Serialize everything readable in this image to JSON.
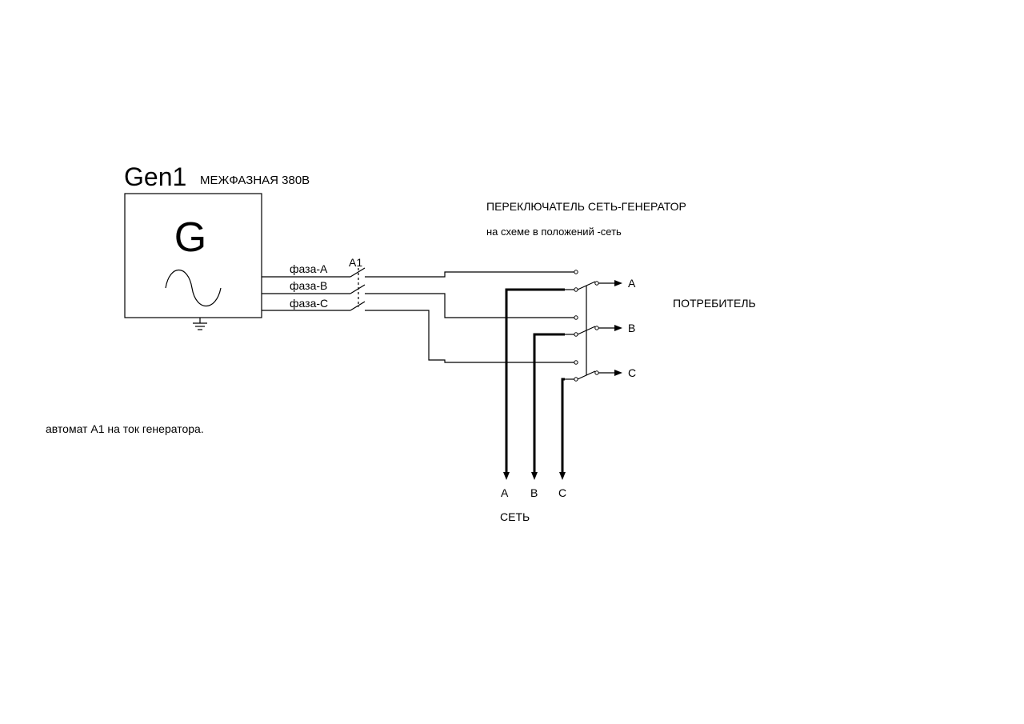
{
  "generator": {
    "name": "Gen1",
    "voltage_note": "МЕЖФАЗНАЯ 380В",
    "symbol": "G"
  },
  "phases": [
    "фаза-А",
    "фаза-В",
    "фаза-С"
  ],
  "breaker": {
    "label": "А1",
    "note": "автомат А1 на ток генератора."
  },
  "switch": {
    "title": "ПЕРЕКЛЮЧАТЕЛЬ СЕТЬ-ГЕНЕРАТОР",
    "position_note": "на схеме в положений -сеть"
  },
  "consumer": {
    "label": "ПОТРЕБИТЕЛЬ",
    "outputs": [
      "A",
      "B",
      "C"
    ]
  },
  "grid": {
    "label": "СЕТЬ",
    "inputs": [
      "A",
      "B",
      "C"
    ]
  }
}
